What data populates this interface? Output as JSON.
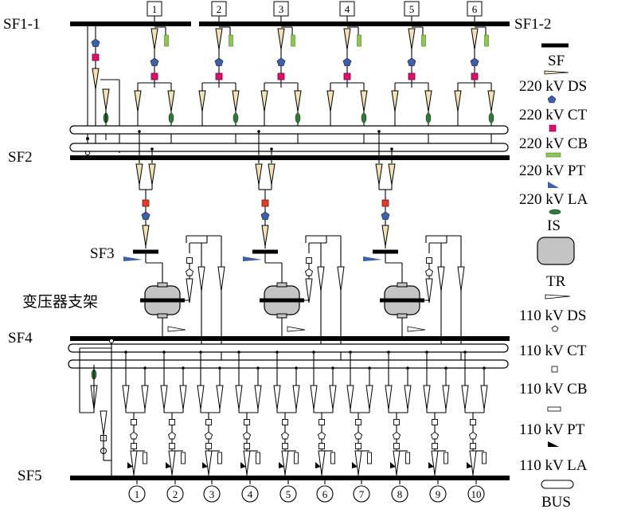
{
  "labels": {
    "sf1_1": "SF1-1",
    "sf1_2": "SF1-2",
    "sf2": "SF2",
    "sf3": "SF3",
    "sf4": "SF4",
    "sf5": "SF5",
    "transformer_support": "变压器支架"
  },
  "feeder_numbers_220": [
    "1",
    "2",
    "3",
    "4",
    "5",
    "6"
  ],
  "feeder_numbers_110": [
    "1",
    "2",
    "3",
    "4",
    "5",
    "6",
    "7",
    "8",
    "9",
    "10"
  ],
  "legend": [
    {
      "key": "sf",
      "label": "SF"
    },
    {
      "key": "ds220",
      "label": "220 kV DS"
    },
    {
      "key": "ct220",
      "label": "220 kV CT"
    },
    {
      "key": "cb220",
      "label": "220 kV CB"
    },
    {
      "key": "pt220",
      "label": "220 kV PT"
    },
    {
      "key": "la220",
      "label": "220 kV LA"
    },
    {
      "key": "is",
      "label": "IS"
    },
    {
      "key": "tr",
      "label": "TR"
    },
    {
      "key": "ds110",
      "label": "110 kV DS"
    },
    {
      "key": "ct110",
      "label": "110 kV CT"
    },
    {
      "key": "cb110",
      "label": "110 kV CB"
    },
    {
      "key": "pt110",
      "label": "110 kV PT"
    },
    {
      "key": "la110",
      "label": "110 kV LA"
    },
    {
      "key": "bus",
      "label": "BUS"
    }
  ],
  "colors": {
    "ds220": "#f2e3b6",
    "ct220": "#3f5fa8",
    "cb220": "#e0106a",
    "cb220_lower": "#e53a2a",
    "pt220": "#8cc84f",
    "la220": "#3f5fa8",
    "is": "#2f7a3a",
    "transformer": "#c4c4c4"
  }
}
